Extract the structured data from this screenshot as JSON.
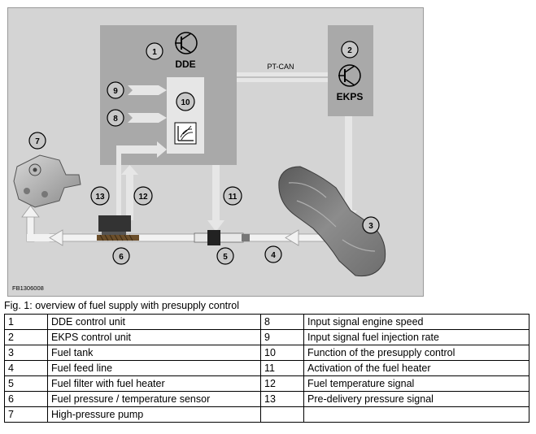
{
  "diagram": {
    "code": "FB1306008",
    "bus_label": "PT-CAN",
    "dde_label": "DDE",
    "ekps_label": "EKPS",
    "callouts": [
      "1",
      "2",
      "3",
      "4",
      "5",
      "6",
      "7",
      "8",
      "9",
      "10",
      "11",
      "12",
      "13"
    ]
  },
  "caption": "Fig. 1: overview of fuel supply with presupply control",
  "legend": {
    "rows": [
      {
        "n1": "1",
        "t1": "DDE control unit",
        "n2": "8",
        "t2": "Input signal engine speed"
      },
      {
        "n1": "2",
        "t1": "EKPS control unit",
        "n2": "9",
        "t2": "Input signal fuel injection rate"
      },
      {
        "n1": "3",
        "t1": "Fuel tank",
        "n2": "10",
        "t2": "Function of the presupply control"
      },
      {
        "n1": "4",
        "t1": "Fuel feed line",
        "n2": "11",
        "t2": "Activation of the fuel heater"
      },
      {
        "n1": "5",
        "t1": "Fuel filter with fuel heater",
        "n2": "12",
        "t2": "Fuel temperature signal"
      },
      {
        "n1": "6",
        "t1": "Fuel pressure / temperature sensor",
        "n2": "13",
        "t2": "Pre-delivery pressure signal"
      },
      {
        "n1": "7",
        "t1": "High-pressure pump",
        "n2": "",
        "t2": ""
      }
    ]
  },
  "colors": {
    "frame_bg": "#d4d4d4",
    "block_fill": "#a9a9a9",
    "signal_fill": "#e6e6e6",
    "callout_fill": "#c8c8c8"
  }
}
